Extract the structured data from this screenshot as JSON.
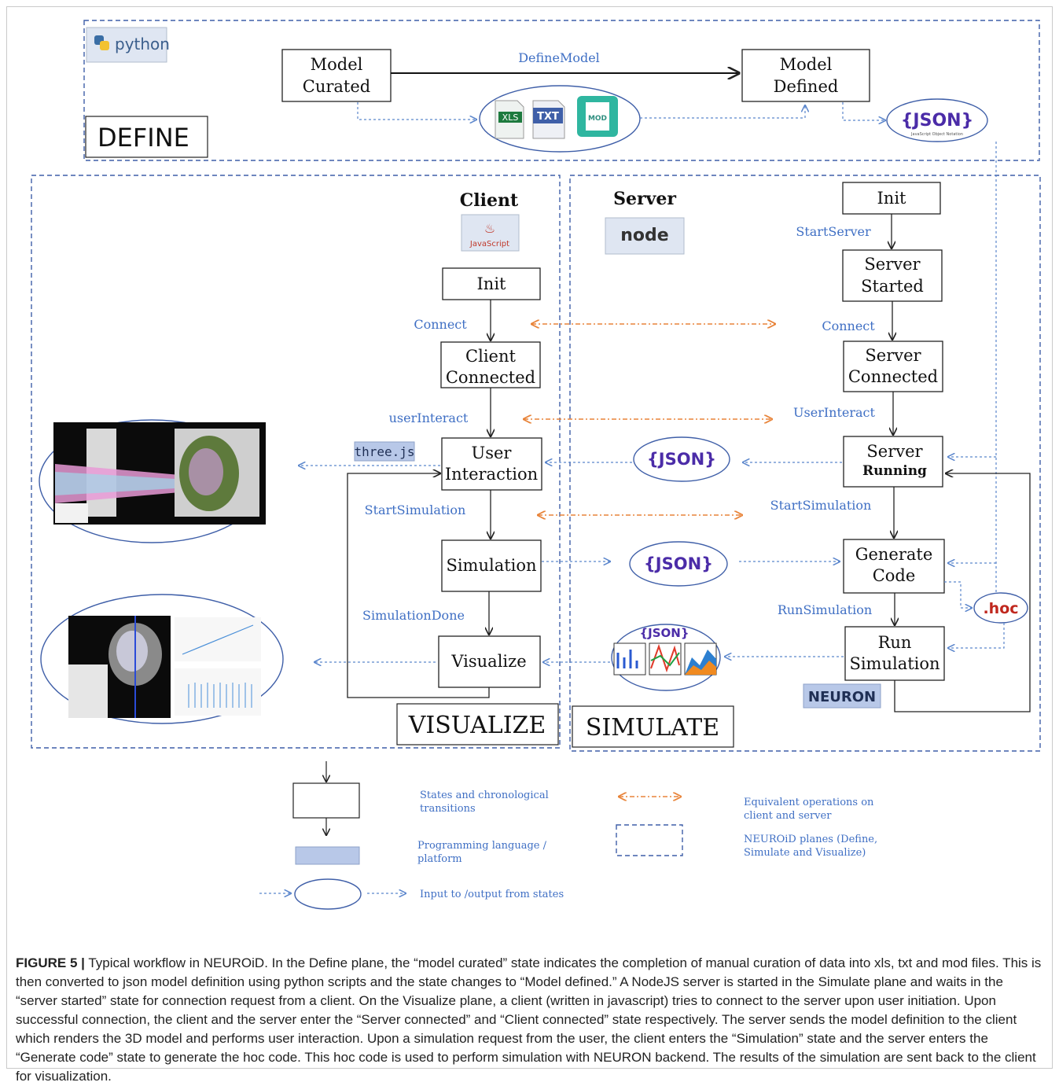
{
  "planes": {
    "define": "DEFINE",
    "visualize": "VISUALIZE",
    "simulate": "SIMULATE"
  },
  "platforms": {
    "python": "python",
    "client_heading": "Client",
    "server_heading": "Server",
    "javascript": "JavaScript",
    "node": "node",
    "threejs": "three.js",
    "neuron": "NEURON"
  },
  "define_states": {
    "model_curated": [
      "Model",
      "Curated"
    ],
    "model_defined": [
      "Model",
      "Defined"
    ],
    "define_model": "DefineModel"
  },
  "file_types": [
    "XLS",
    "TXT",
    "MOD"
  ],
  "json_label": "{JSON}",
  "json_sub": "JavaScript Object Notation",
  "hoc_label": ".hoc",
  "client_states": {
    "init": "Init",
    "client_connected": [
      "Client",
      "Connected"
    ],
    "user_interaction": [
      "User",
      "Interaction"
    ],
    "simulation": "Simulation",
    "visualize": "Visualize"
  },
  "client_transitions": {
    "connect": "Connect",
    "user_interact": "userInteract",
    "start_simulation": "StartSimulation",
    "simulation_done": "SimulationDone"
  },
  "server_states": {
    "init": "Init",
    "server_started": [
      "Server",
      "Started"
    ],
    "server_connected": [
      "Server",
      "Connected"
    ],
    "server_running": [
      "Server",
      "Running"
    ],
    "generate_code": [
      "Generate",
      "Code"
    ],
    "run_simulation": [
      "Run",
      "Simulation"
    ]
  },
  "server_transitions": {
    "start_server": "StartServer",
    "connect": "Connect",
    "user_interact": "UserInteract",
    "start_simulation": "StartSimulation",
    "run_simulation": "RunSimulation"
  },
  "legend": {
    "states": [
      "States and chronological",
      "transitions"
    ],
    "equivalent": [
      "Equivalent operations on",
      "client and server"
    ],
    "platform": [
      "Programming language /",
      "platform"
    ],
    "planes": [
      "NEUROiD planes (Define,",
      "Simulate and Visualize)"
    ],
    "io": "Input to /output from states"
  },
  "caption": {
    "label": "FIGURE 5 |",
    "text": "Typical workflow in NEUROiD. In the Define plane, the “model curated” state indicates the completion of manual curation of data into xls, txt and mod files. This is then converted to json model definition using python scripts and the state changes to “Model defined.” A NodeJS server is started in the Simulate plane and waits in the “server started” state for connection request from a client. On the Visualize plane, a client (written in javascript) tries to connect to the server upon user initiation. Upon successful connection, the client and the server enter the “Server connected” and “Client connected” state respectively. The server sends the model definition to the client which renders the 3D model and performs user interaction. Upon a simulation request from the user, the client enters the “Simulation” state and the server enters the “Generate code” state to generate the hoc code. This hoc code is used to perform simulation with NEURON backend. The results of the simulation are sent back to the client for visualization."
  },
  "colors": {
    "blue_dashed": "#3f5fa8",
    "io_arrow": "#5b86cc",
    "equiv_arrow": "#e8843a",
    "platform_fill": "#b8c8e8",
    "json_text": "#4b2ca8",
    "hoc_text": "#c0281e"
  }
}
